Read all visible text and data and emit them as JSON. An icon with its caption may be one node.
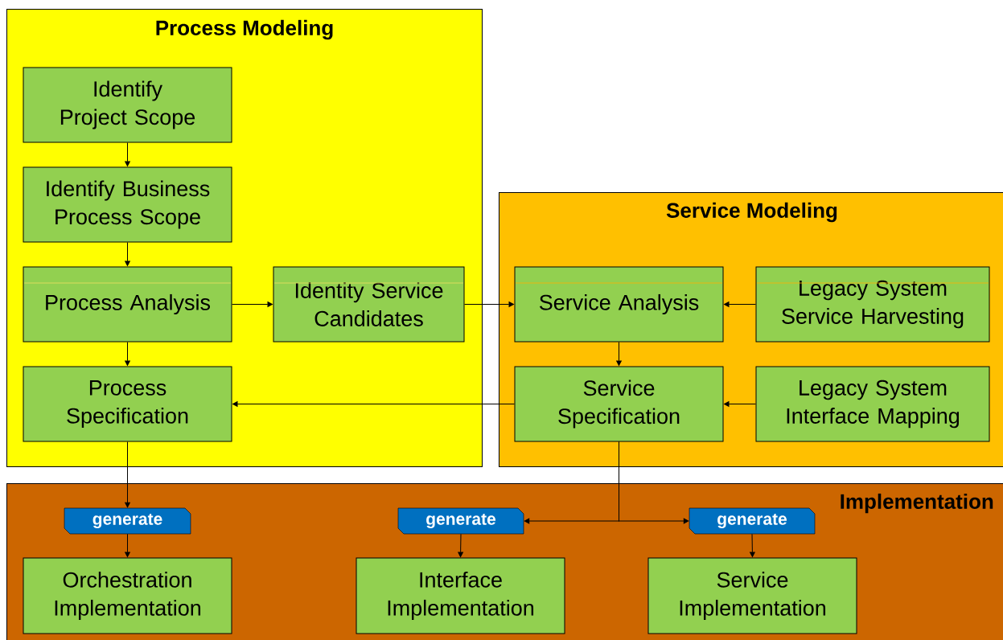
{
  "diagram": {
    "nodes": [
      {
        "text": [
          "Process Modeling"
        ]
      },
      {
        "text": [
          "Identify Project Scope"
        ],
        "in": 0
      },
      {
        "text": [
          "Identify Business Process Scope"
        ],
        "in": 0
      },
      {
        "text": [
          "Process Analysis"
        ],
        "in": 0
      },
      {
        "text": [
          "Identity Service Candidates"
        ],
        "in": 0
      },
      {
        "text": [
          "Process Specification"
        ],
        "in": 0
      },
      {
        "text": [
          "Service Modeling"
        ]
      },
      {
        "text": [
          "Service Analysis"
        ],
        "in": 6
      },
      {
        "text": [
          "Legacy System Service Harvesting"
        ],
        "in": 6
      },
      {
        "text": [
          "Service Specification"
        ],
        "in": 6
      },
      {
        "text": [
          "Legacy System Interface Mapping"
        ],
        "in": 6
      },
      {
        "text": [
          "Implementation"
        ]
      },
      {
        "text": [
          "generate"
        ],
        "in": 11
      },
      {
        "text": [
          "generate"
        ],
        "in": 11
      },
      {
        "text": [
          "generate"
        ],
        "in": 11
      },
      {
        "text": [
          "Orchestration Implementation"
        ],
        "in": 11
      },
      {
        "text": [
          "Interface Implementation"
        ],
        "in": 11
      },
      {
        "text": [
          "Service Implementation"
        ],
        "in": 11
      }
    ],
    "edges": [
      {
        "from": 1,
        "to": 2,
        "arrow": "to"
      },
      {
        "from": 2,
        "to": 3,
        "arrow": "to"
      },
      {
        "from": 3,
        "to": 4,
        "arrow": "to"
      },
      {
        "from": 4,
        "to": 7,
        "arrow": "to"
      },
      {
        "from": 8,
        "to": 7,
        "arrow": "to"
      },
      {
        "from": 3,
        "to": 5,
        "arrow": "to"
      },
      {
        "from": 7,
        "to": 9,
        "arrow": "to"
      },
      {
        "from": 10,
        "to": 9,
        "arrow": "to"
      },
      {
        "from": 9,
        "to": 5,
        "arrow": "to"
      },
      {
        "from": 5,
        "to": 12,
        "arrow": "to"
      },
      {
        "from": 12,
        "to": 15,
        "arrow": "to"
      },
      {
        "from": 9,
        "to": 13,
        "arrow": "to"
      },
      {
        "from": 9,
        "to": 14,
        "arrow": "to"
      },
      {
        "from": 13,
        "to": 16,
        "arrow": "to"
      },
      {
        "from": 14,
        "to": 17,
        "arrow": "to"
      }
    ]
  }
}
